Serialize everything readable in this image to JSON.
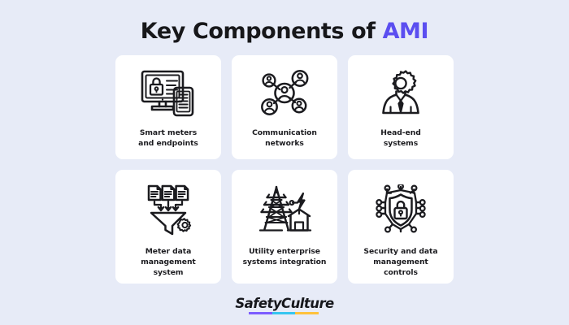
{
  "page": {
    "background_color": "#e7ebf7",
    "card_color": "#ffffff",
    "title_color": "#17171a",
    "accent_color": "#5b4ef0"
  },
  "title": {
    "main": "Key Components of ",
    "accent": "AMI",
    "full": "Key Components of AMI"
  },
  "cards": [
    {
      "id": "smart-meters-and-endpoints",
      "icon": "monitor-lock-mobile-icon",
      "label_lines": [
        "Smart meters",
        "and endpoints"
      ],
      "label": "Smart meters and endpoints"
    },
    {
      "id": "communication-networks",
      "icon": "people-network-icon",
      "label_lines": [
        "Communication",
        "networks"
      ],
      "label": "Communication networks"
    },
    {
      "id": "head-end-systems",
      "icon": "person-gear-head-icon",
      "label_lines": [
        "Head-end",
        "systems"
      ],
      "label": "Head-end systems"
    },
    {
      "id": "meter-data-management-system",
      "icon": "documents-funnel-gear-icon",
      "label_lines": [
        "Meter data",
        "management",
        "system"
      ],
      "label": "Meter data management system"
    },
    {
      "id": "utility-enterprise-systems-integration",
      "icon": "power-pylon-house-icon",
      "label_lines": [
        "Utility enterprise",
        "systems integration"
      ],
      "label": "Utility enterprise systems integration"
    },
    {
      "id": "security-and-data-management-controls",
      "icon": "shield-lock-circuit-icon",
      "label_lines": [
        "Security and data",
        "management",
        "controls"
      ],
      "label": "Security and data management controls"
    }
  ],
  "footer": {
    "logo_text": "SafetyCulture",
    "underline_colors": [
      "#7c5cff",
      "#36c5f0",
      "#ffc23c"
    ]
  }
}
